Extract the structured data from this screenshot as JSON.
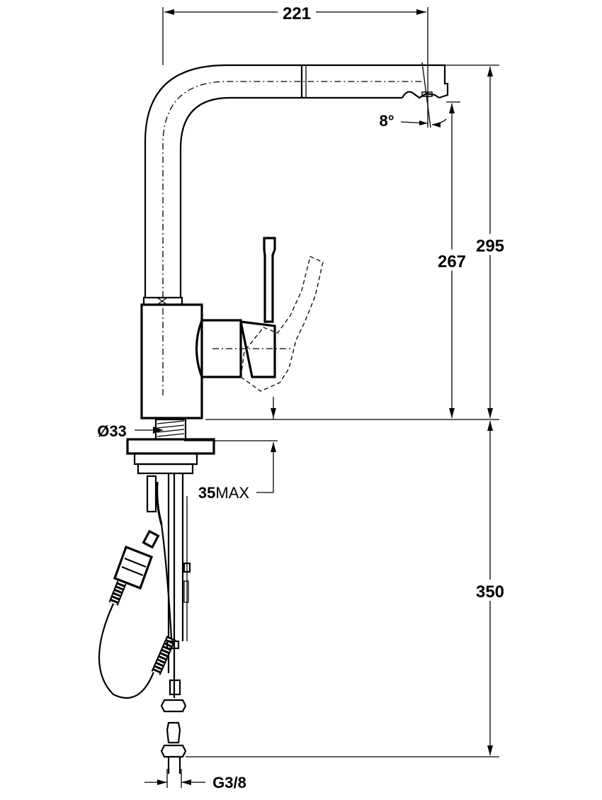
{
  "dimensions": {
    "width_top": "221",
    "spout_angle": "8°",
    "height_spout": "267",
    "height_total": "295",
    "body_diameter": "Ø33",
    "deck_thickness_num": "35",
    "deck_thickness_suffix": "MAX",
    "hose_length": "350",
    "thread_size": "G3/8"
  },
  "colors": {
    "line": "#000000",
    "background": "#ffffff"
  }
}
